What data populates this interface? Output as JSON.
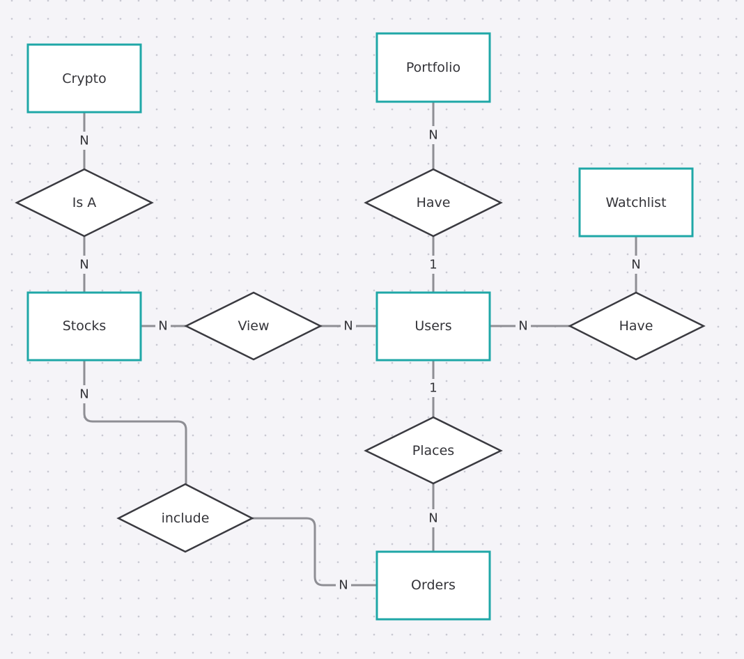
{
  "entities": {
    "crypto": "Crypto",
    "portfolio": "Portfolio",
    "watchlist": "Watchlist",
    "stocks": "Stocks",
    "users": "Users",
    "orders": "Orders"
  },
  "relationships": {
    "is_a": "Is A",
    "have_portfolio": "Have",
    "view": "View",
    "have_watchlist": "Have",
    "places": "Places",
    "include": "include"
  },
  "cardinalities": {
    "crypto_isa": "N",
    "isa_stocks": "N",
    "portfolio_have": "N",
    "have_users": "1",
    "watchlist_have": "N",
    "stocks_view": "N",
    "view_users": "N",
    "users_have": "N",
    "users_places": "1",
    "places_orders": "N",
    "stocks_include": "N",
    "include_orders": "N"
  },
  "colors": {
    "entity_border": "#1fa7a7",
    "relationship_border": "#3a3a40",
    "connector": "#8e8e94",
    "background": "#f5f4f8"
  }
}
